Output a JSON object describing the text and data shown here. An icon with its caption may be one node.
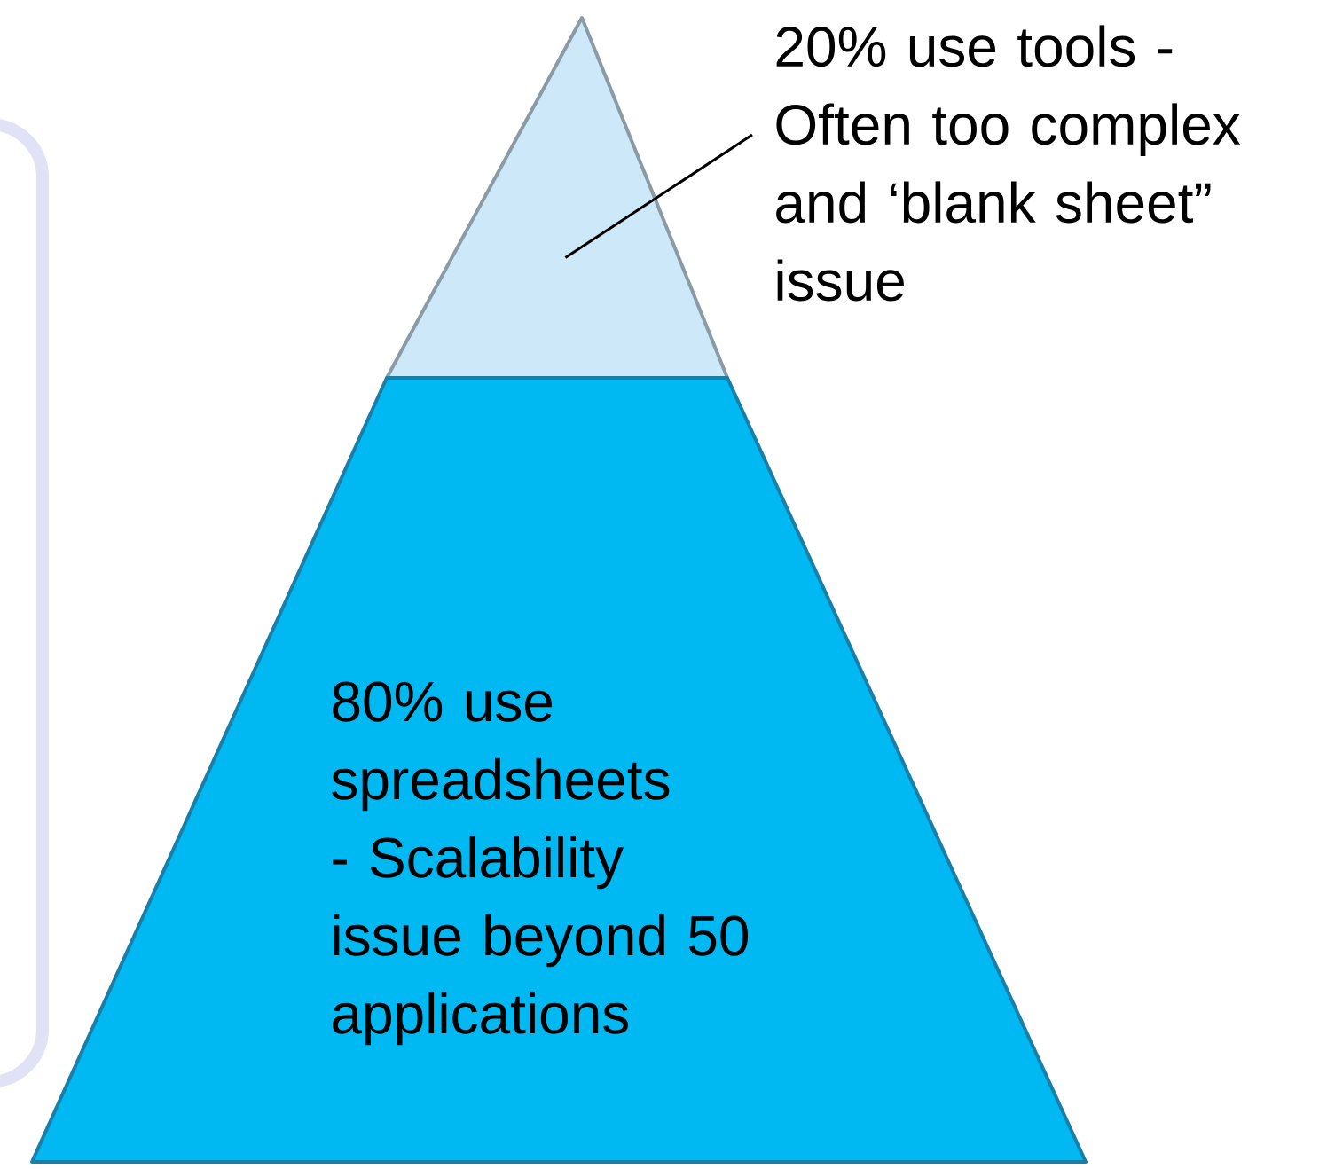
{
  "diagram": {
    "nodes": [
      {
        "text": [],
        "shape": "triangle"
      },
      {
        "text": [
          "80% use spreadsheets - Scalability issue beyond 50 applications"
        ]
      },
      {
        "text": [
          "20% use tools - Often too complex and ‘blank sheet” issue"
        ]
      }
    ],
    "edges": [
      {
        "from": 2,
        "to": 0,
        "arrow": "none"
      }
    ]
  }
}
